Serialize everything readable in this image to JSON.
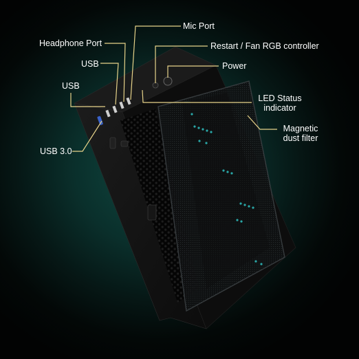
{
  "labels": {
    "mic_port": "Mic Port",
    "headphone_port": "Headphone Port",
    "restart_fan_rgb": "Restart / Fan RGB controller",
    "usb_top": "USB",
    "power": "Power",
    "usb_left": "USB",
    "led_status_line1": "LED Status",
    "led_status_line2": "indicator",
    "magnetic_line1": "Magnetic",
    "magnetic_line2": "dust filter",
    "usb3": "USB 3.0"
  },
  "colors": {
    "callout": "#e8d48a",
    "led_accent": "#2aa7a7",
    "background_glow": "#0f4a42"
  }
}
